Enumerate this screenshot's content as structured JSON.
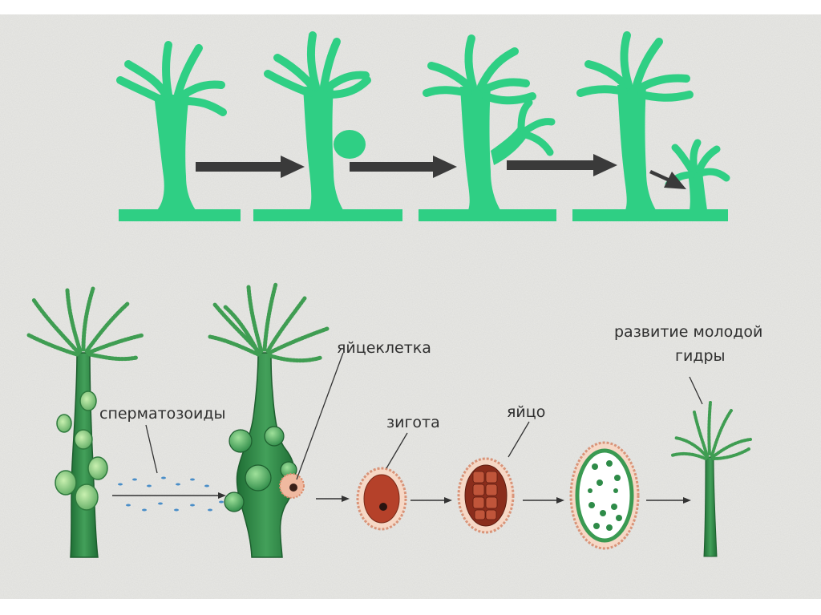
{
  "labels": {
    "sperm": "сперматозоиды",
    "egg_cell": "яйцеклетка",
    "zygote": "зигота",
    "egg": "яйцо",
    "young_line1": "развитие молодой",
    "young_line2": "гидры"
  },
  "colors": {
    "background": "#e9e9e6",
    "budding_green": "#2fcf84",
    "arrow_gray": "#3a3a3a",
    "hydra_green": "#2e8b48",
    "hydra_light": "#7bc87a",
    "egg_red": "#b5412a",
    "egg_shell": "#f0b9a0",
    "sperm_blue": "#4a8ec8"
  },
  "sections": {
    "top": "asexual-reproduction-budding",
    "bottom": "sexual-reproduction"
  }
}
